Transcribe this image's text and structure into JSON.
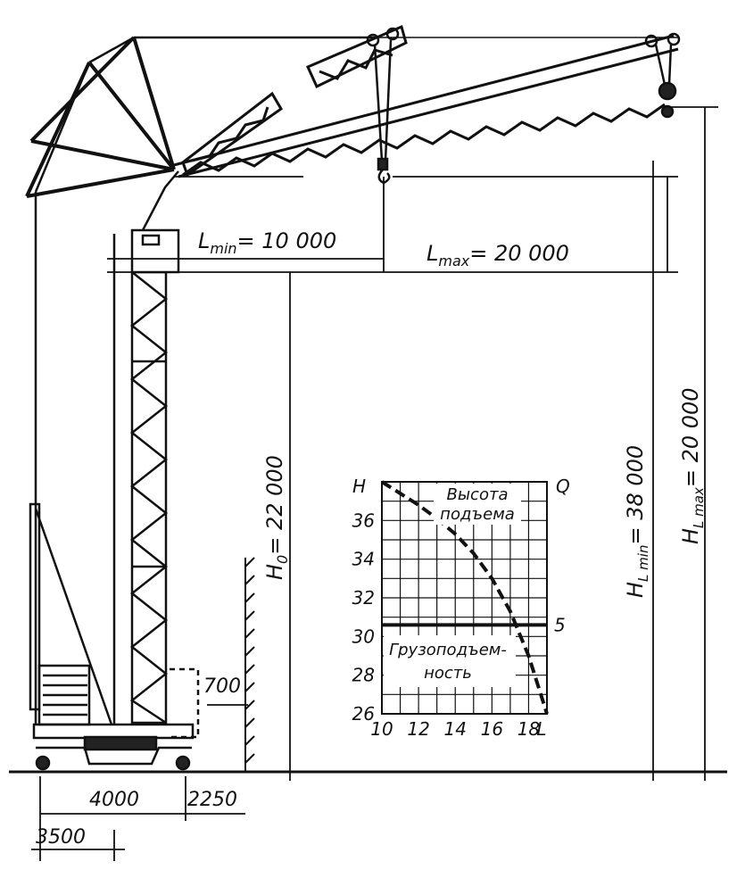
{
  "dimensions": {
    "l_min": "L",
    "l_min_sub": "min",
    "l_min_value": "= 10 000",
    "l_max": "L",
    "l_max_sub": "max",
    "l_max_value": "= 20 000",
    "h0": "H",
    "h0_sub": "0",
    "h0_value": "= 22 000",
    "hl_min": "H",
    "hl_min_sub": "L min",
    "hl_min_value": "= 38 000",
    "hl_max": "H",
    "hl_max_sub": "L max",
    "hl_max_value": "= 20 000",
    "offset_700": "700",
    "base_4000": "4000",
    "base_2250": "2250",
    "base_3500": "3500"
  },
  "chart_data": {
    "type": "line",
    "title": "",
    "xlabel": "L",
    "ylabel": "H",
    "y2label": "Q",
    "x_ticks": [
      "10",
      "12",
      "14",
      "16",
      "18"
    ],
    "y_ticks": [
      "26",
      "28",
      "30",
      "32",
      "34",
      "36"
    ],
    "y2_ticks": [
      "5"
    ],
    "xlim": [
      10,
      19
    ],
    "ylim": [
      26,
      38
    ],
    "grid": true,
    "series": [
      {
        "name": "Высота подъема",
        "name_lines": [
          "Высота",
          "подъема"
        ],
        "style": "dashed",
        "x": [
          10.0,
          11.0,
          12.0,
          13.0,
          14.0,
          15.0,
          16.0,
          17.0,
          18.0,
          19.0
        ],
        "y": [
          38.0,
          37.4,
          36.8,
          36.1,
          35.3,
          34.3,
          33.0,
          31.3,
          29.0,
          26.0
        ]
      },
      {
        "name": "Грузоподъемность",
        "name_lines": [
          "Грузоподъем-",
          "ность"
        ],
        "style": "solid",
        "x": [
          10,
          19
        ],
        "y": [
          30.6,
          30.6
        ]
      }
    ]
  }
}
